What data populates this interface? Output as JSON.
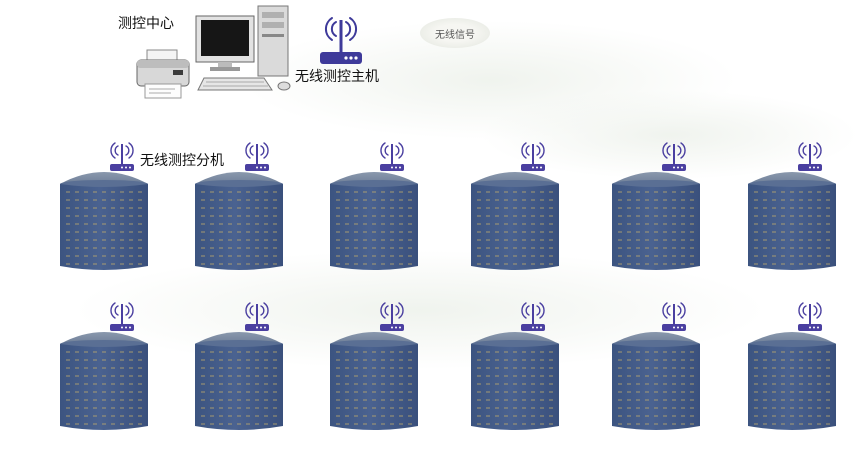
{
  "control_center": {
    "label": "测控中心",
    "printer_icon": "printer-icon",
    "computer_icon": "desktop-computer-icon"
  },
  "wireless_host": {
    "label": "无线测控主机",
    "icon": "wireless-router-icon"
  },
  "signal": {
    "label": "无线信号"
  },
  "wireless_slave": {
    "label": "无线测控分机"
  },
  "silos": {
    "rows": 2,
    "per_row": 6,
    "body_color": "#4a6290",
    "roof_color": "#6e7f98",
    "antenna_color": "#4a3fa0"
  }
}
